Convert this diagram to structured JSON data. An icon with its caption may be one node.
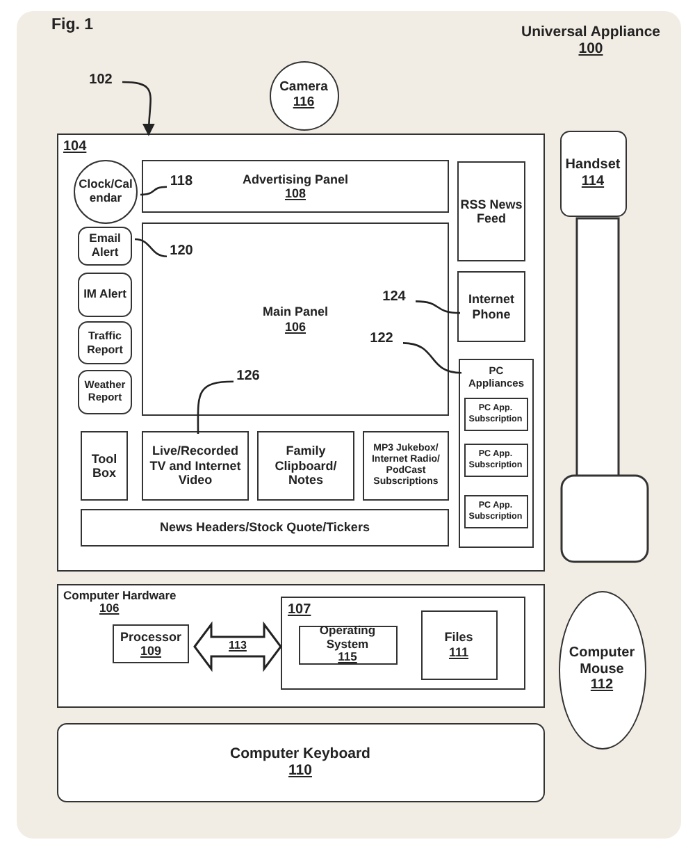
{
  "diagram": {
    "title": "Fig. 1",
    "nodes": [
      {
        "text": [
          "Universal Appliance",
          "100"
        ]
      },
      {
        "text": [
          "Camera",
          "116"
        ],
        "in": 0
      },
      {
        "text": [
          "102"
        ],
        "in": 0
      },
      {
        "text": [
          "104"
        ],
        "in": 0
      },
      {
        "text": [
          "Clock/Calendar"
        ],
        "in": 3
      },
      {
        "text": [
          "118"
        ],
        "in": 6
      },
      {
        "text": [
          "Advertising Panel",
          "108"
        ],
        "in": 3
      },
      {
        "text": [
          "RSS News Feed"
        ],
        "in": 3
      },
      {
        "text": [
          "Email Alert"
        ],
        "in": 3
      },
      {
        "text": [
          "120"
        ],
        "in": 10
      },
      {
        "text": [
          "Main Panel",
          "106"
        ],
        "in": 3
      },
      {
        "text": [
          "124"
        ],
        "in": 10
      },
      {
        "text": [
          "122"
        ],
        "in": 10
      },
      {
        "text": [
          "Internet Phone"
        ],
        "in": 3
      },
      {
        "text": [
          "IM Alert"
        ],
        "in": 3
      },
      {
        "text": [
          "Traffic Report"
        ],
        "in": 3
      },
      {
        "text": [
          "Weather Report"
        ],
        "in": 3
      },
      {
        "text": [
          "126"
        ],
        "in": 10
      },
      {
        "text": [
          "PC Appliances"
        ],
        "in": 3
      },
      {
        "text": [
          "PC App. Subscription"
        ],
        "in": 18
      },
      {
        "text": [
          "PC App. Subscription"
        ],
        "in": 18
      },
      {
        "text": [
          "PC App. Subscription"
        ],
        "in": 18
      },
      {
        "text": [
          "Tool Box"
        ],
        "in": 3
      },
      {
        "text": [
          "Live/Recorded TV and Internet Video"
        ],
        "in": 3
      },
      {
        "text": [
          "Family Clipboard/ Notes"
        ],
        "in": 3
      },
      {
        "text": [
          "MP3 Jukebox/ Internet Radio/ PodCast Subscriptions"
        ],
        "in": 3
      },
      {
        "text": [
          "News Headers/Stock Quote/Tickers"
        ],
        "in": 3
      },
      {
        "text": [
          "Handset",
          "114"
        ],
        "in": 0
      },
      {
        "text": [
          "Computer Hardware",
          "106"
        ],
        "in": 0
      },
      {
        "text": [
          "Processor",
          "109"
        ],
        "in": 28
      },
      {
        "text": [
          "107"
        ],
        "in": 28
      },
      {
        "text": [
          "Operating System",
          "115"
        ],
        "in": 30
      },
      {
        "text": [
          "Files",
          "111"
        ],
        "in": 30
      },
      {
        "text": [
          "Computer Mouse",
          "112"
        ],
        "in": 0
      },
      {
        "text": [
          "Computer Keyboard",
          "110"
        ],
        "in": 0
      }
    ],
    "edges": [
      {
        "from": 2,
        "to": 3,
        "arrow": "to"
      },
      {
        "from": 5,
        "to": 4,
        "arrow": "none"
      },
      {
        "from": 9,
        "to": 8,
        "arrow": "none"
      },
      {
        "from": 11,
        "to": 13,
        "arrow": "none"
      },
      {
        "from": 12,
        "to": 18,
        "arrow": "none"
      },
      {
        "from": 17,
        "to": 23,
        "arrow": "none"
      },
      {
        "from": 29,
        "to": 30,
        "arrow": "both",
        "label": "113",
        "style": "thick"
      }
    ]
  }
}
